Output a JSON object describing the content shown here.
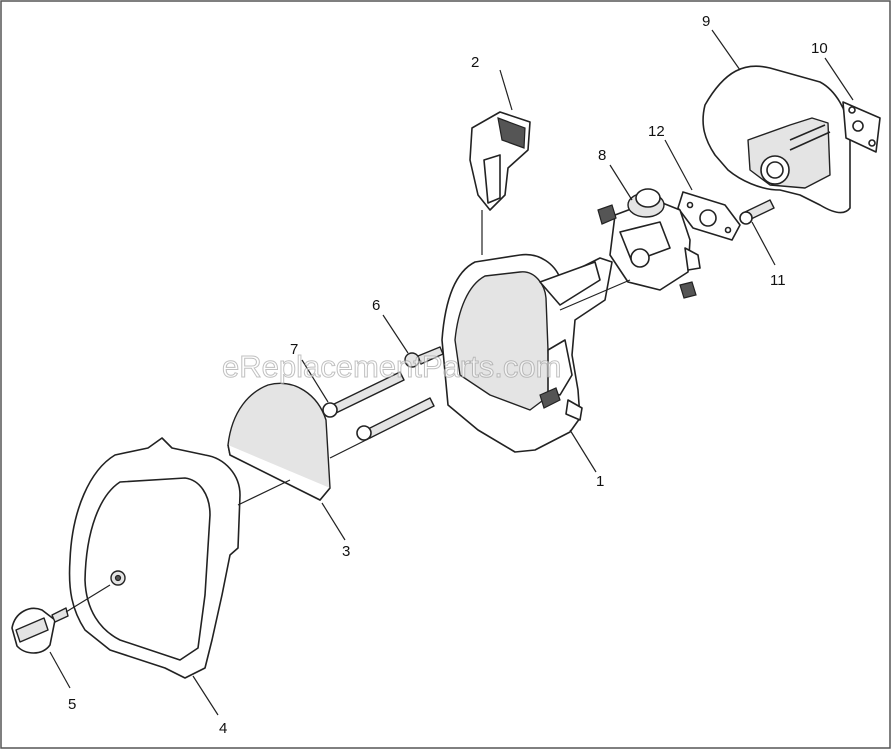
{
  "watermark": "eReplacementParts.com",
  "callouts": {
    "c1": "1",
    "c2": "2",
    "c3": "3",
    "c4": "4",
    "c5": "5",
    "c6": "6",
    "c7": "7",
    "c8": "8",
    "c9": "9",
    "c10": "10",
    "c11": "11",
    "c12": "12"
  },
  "colors": {
    "line": "#222222",
    "background": "#ffffff",
    "frame": "#555555"
  }
}
